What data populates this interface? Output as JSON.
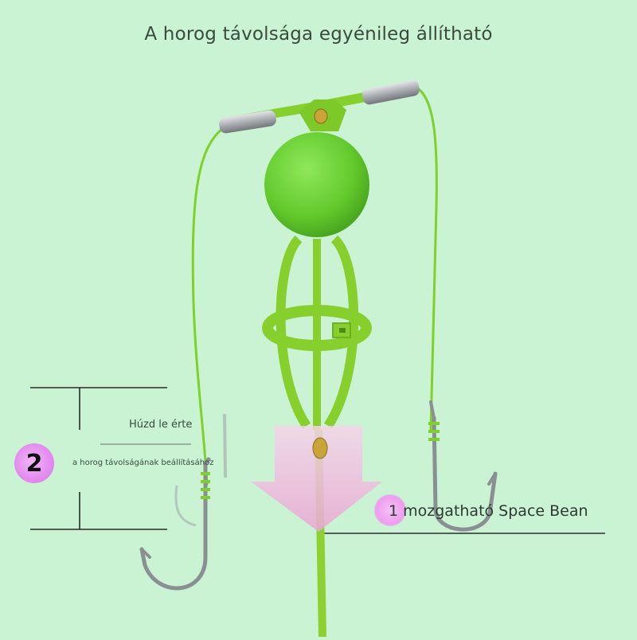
{
  "header": {
    "title": "A horog távolsága egyénileg állítható"
  },
  "annotations": {
    "pull_hint_line1": "Húzd le érte",
    "pull_hint_line2": "a horog távolságának beállításához",
    "step_badge": "2",
    "bean_label": "1 mozgatható Space Bean"
  },
  "colors": {
    "background": "#c9f3d3",
    "line_green": "#7dd12a",
    "ball_green": "#6fd43a",
    "cage_green": "#86cf2c",
    "hook_metal": "#8b8f93",
    "arrow_pink": "#f2c6e3",
    "badge_pink": "#e58ef0"
  }
}
